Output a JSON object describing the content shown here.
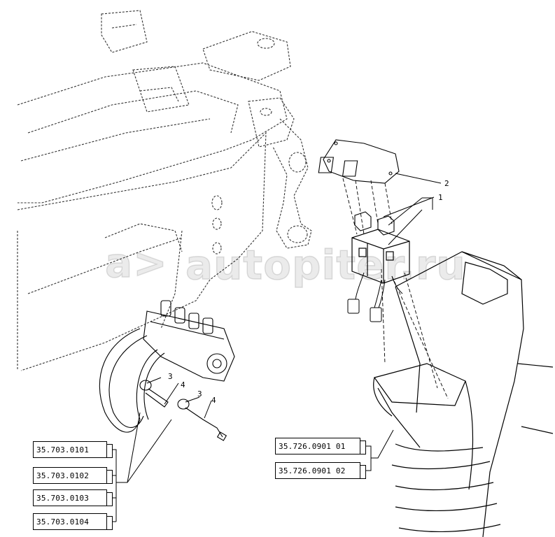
{
  "callouts": [
    "1",
    "2",
    "3",
    "4",
    "3",
    "4"
  ],
  "left_refs": [
    "35.703.0101",
    "35.703.0102",
    "35.703.0103",
    "35.703.0104"
  ],
  "right_refs": [
    "35.726.0901 01",
    "35.726.0901 02"
  ],
  "watermark": {
    "logo_text": "a>",
    "brand": "autopiter.ru"
  },
  "colors": {
    "line": "#000000",
    "dashed": "#333333",
    "background": "#ffffff"
  }
}
